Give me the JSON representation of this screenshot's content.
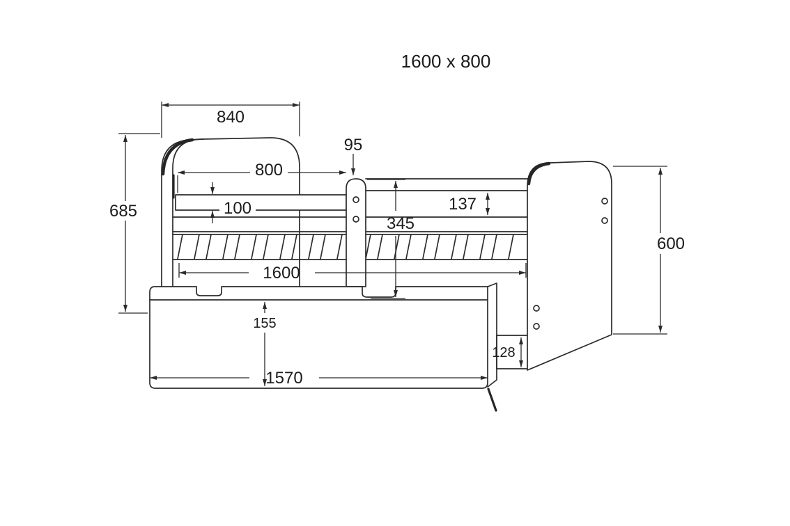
{
  "title": "1600 x 800",
  "colors": {
    "line": "#2b2b2b",
    "text": "#1c1c1c",
    "background": "#ffffff"
  },
  "dimensions": {
    "d840": "840",
    "d95": "95",
    "d800": "800",
    "d100": "100",
    "d685": "685",
    "d345": "345",
    "d137": "137",
    "d1600": "1600",
    "d155": "155",
    "d128": "128",
    "d1570": "1570",
    "d600": "600"
  }
}
